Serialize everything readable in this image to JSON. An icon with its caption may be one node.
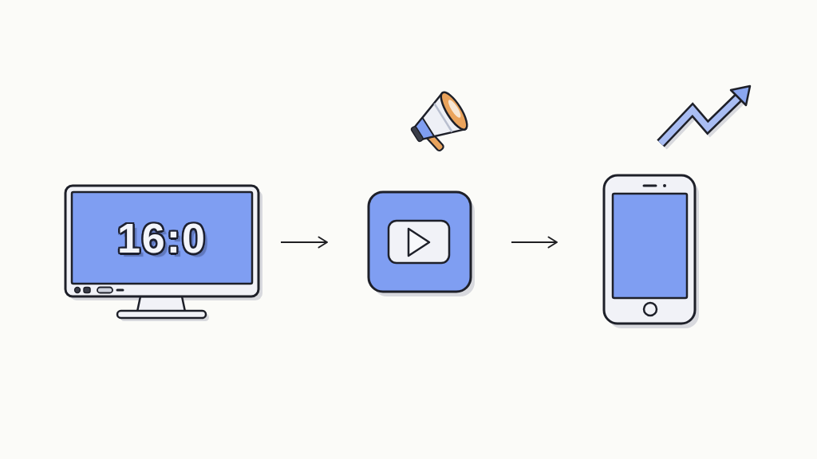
{
  "diagram": {
    "nodes": [
      {
        "text": [
          "16:0"
        ]
      },
      {
        "text": [],
        "shape": "picture"
      },
      {
        "text": [],
        "shape": "picture"
      }
    ],
    "edges": [
      {
        "from": 0,
        "to": 1,
        "arrow": "to"
      },
      {
        "from": 1,
        "to": 2,
        "arrow": "to"
      }
    ]
  }
}
